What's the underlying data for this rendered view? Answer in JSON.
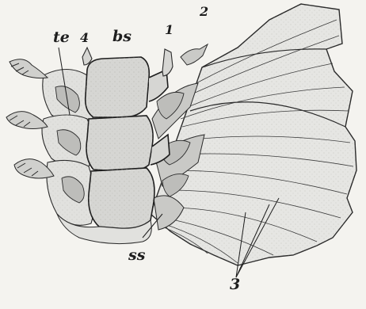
{
  "figure": {
    "labels": {
      "te": "te",
      "four": "4",
      "bs": "bs",
      "one": "1",
      "two": "2",
      "ss": "ss",
      "three": "3"
    },
    "colors": {
      "ink": "#2a2a2a",
      "paper": "#f4f3ef",
      "bone_fill": "#dcdcda",
      "fin_fill": "#e6e6e3"
    }
  }
}
